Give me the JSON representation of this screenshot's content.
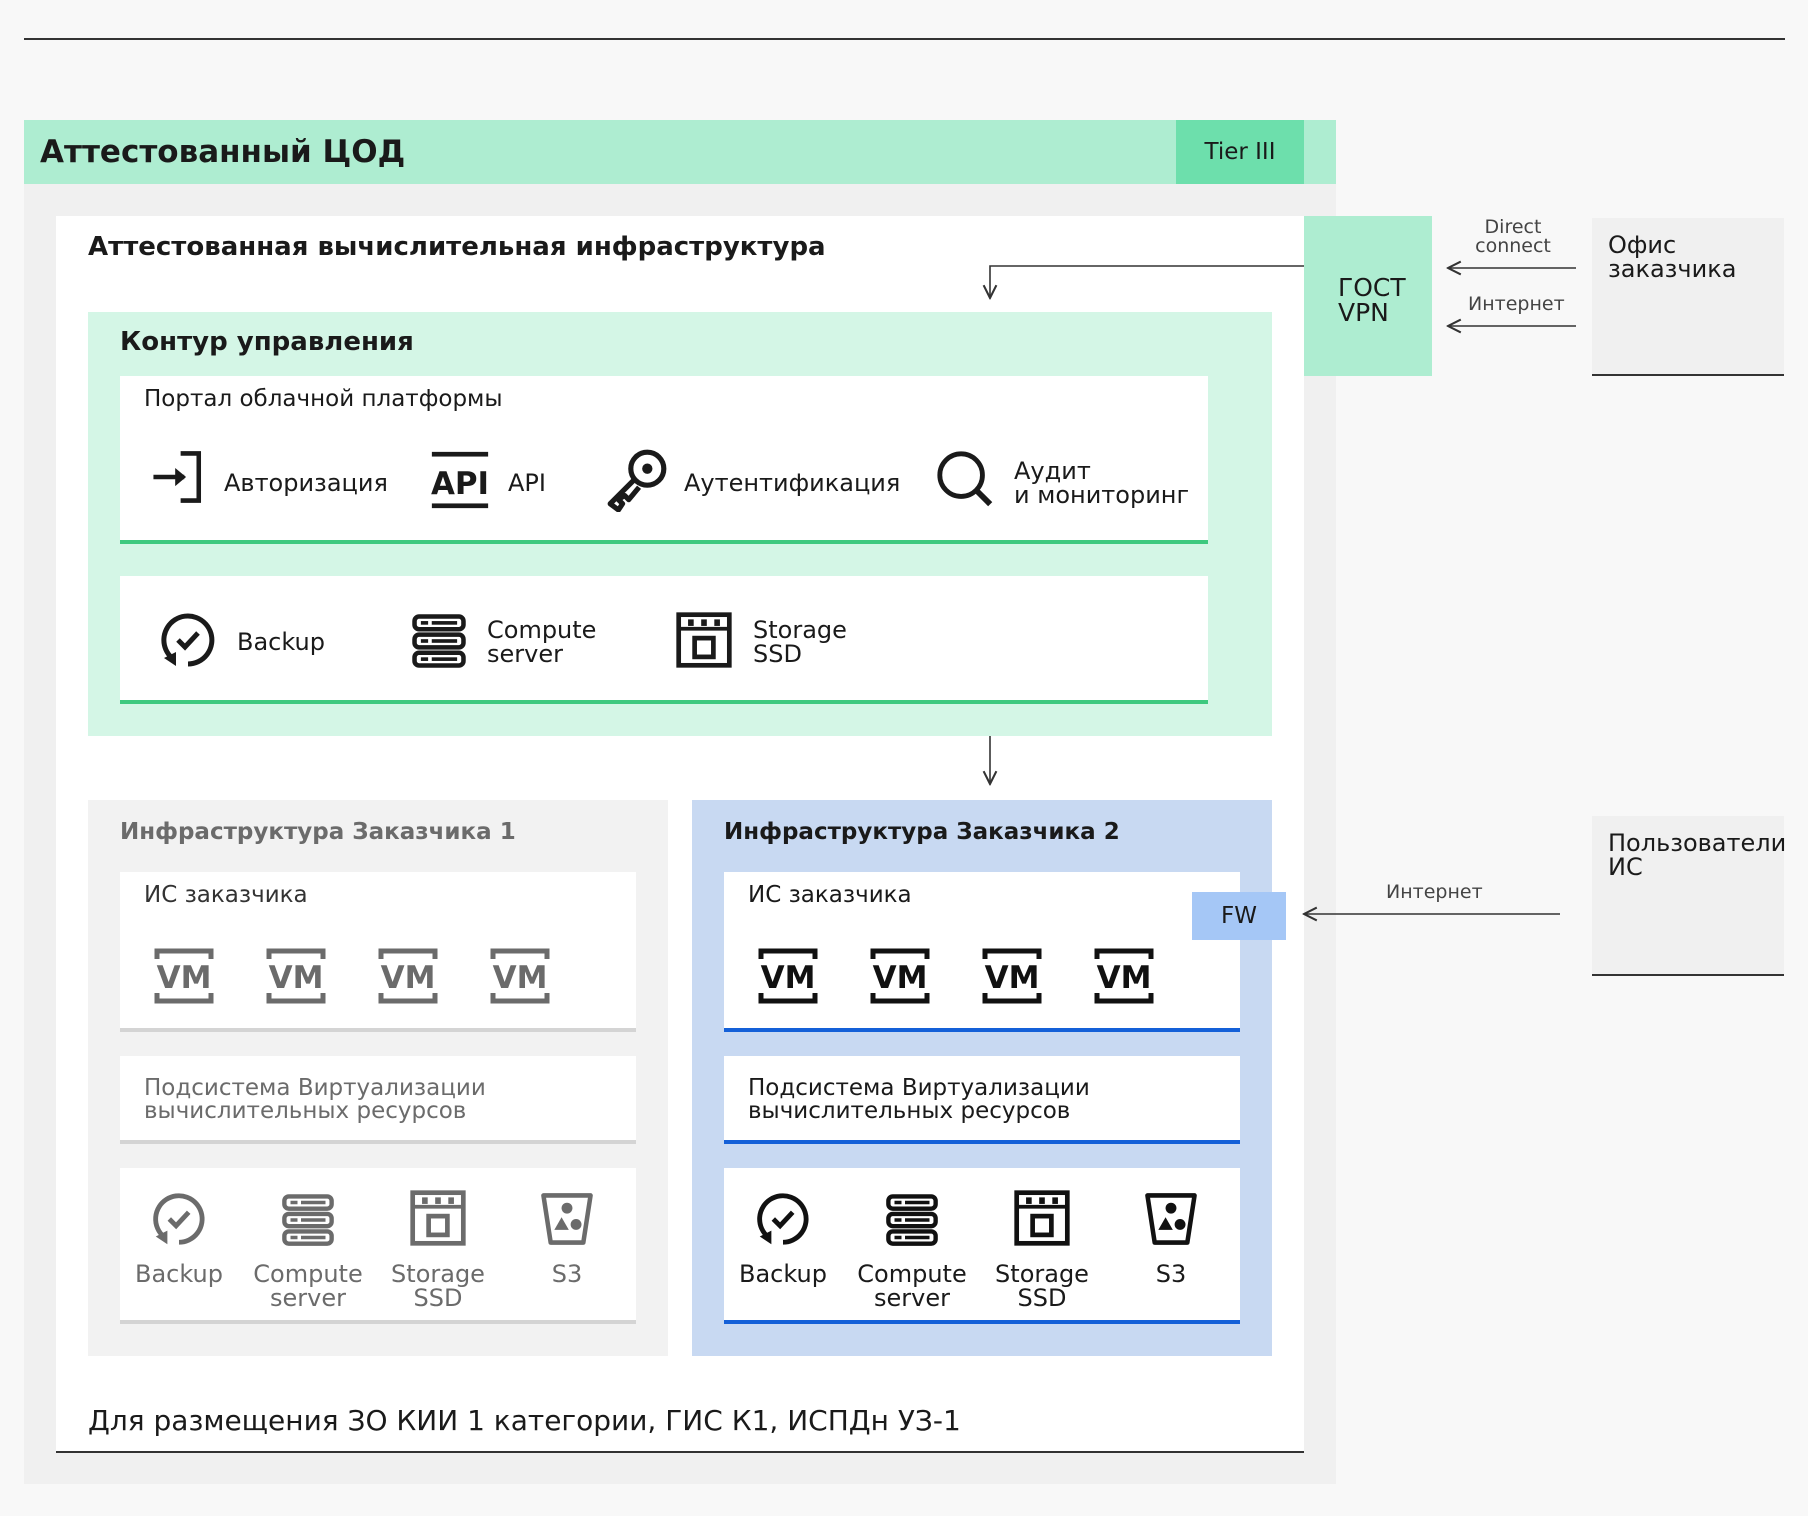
{
  "datacenter": {
    "title": "Аттестованный ЦОД",
    "tier": "Tier III"
  },
  "infra": {
    "title": "Аттестованная вычислительная инфраструктура",
    "footer": "Для размещения ЗО КИИ 1 категории, ГИС К1, ИСПДн УЗ-1"
  },
  "vpn": {
    "label": "ГОСТ\nVPN"
  },
  "links": {
    "direct": "Direct\nconnect",
    "internet_top": "Интернет",
    "internet_bottom": "Интернет"
  },
  "office": {
    "label": "Офис\nзаказчика"
  },
  "users": {
    "label": "Пользователи\nИС"
  },
  "mgmt": {
    "title": "Контур управления",
    "portal": {
      "title": "Портал облачной платформы",
      "items": [
        "Авторизация",
        "API",
        "Аутентификация",
        "Аудит\nи мониторинг"
      ],
      "icons": [
        "login-icon",
        "api-icon",
        "key-icon",
        "magnifier-icon"
      ]
    },
    "services": [
      "Backup",
      "Compute\nserver",
      "Storage\nSSD"
    ]
  },
  "customer1": {
    "title": "Инфраструктура Заказчика 1",
    "is_title": "ИС заказчика",
    "vm_label": "VM",
    "virt": "Подсистема Виртуализации\nвычислительных ресурсов",
    "services": [
      "Backup",
      "Compute\nserver",
      "Storage\nSSD",
      "S3"
    ]
  },
  "customer2": {
    "title": "Инфраструктура Заказчика 2",
    "is_title": "ИС заказчика",
    "vm_label": "VM",
    "fw": "FW",
    "virt": "Подсистема Виртуализации\nвычислительных ресурсов",
    "services": [
      "Backup",
      "Compute\nserver",
      "Storage\nSSD",
      "S3"
    ]
  },
  "colors": {
    "green_band": "#aeedd1",
    "green_dark": "#6ddfac",
    "green_light": "#d4f6e6",
    "green_line": "#3ec97f",
    "blue_panel": "#c8d9f2",
    "blue_line": "#1460d8",
    "fw": "#a5c7f6",
    "gray_panel": "#f2f2f2"
  }
}
